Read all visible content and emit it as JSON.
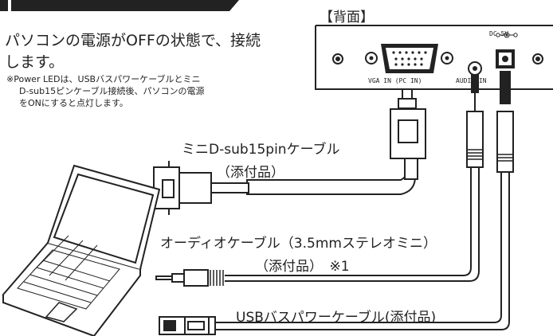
{
  "instruction": {
    "line1": "パソコンの電源がOFFの状態で、接続",
    "line2": "します。"
  },
  "note": {
    "line1": "※Power LEDは、USBバスパワーケーブルとミニ",
    "line2": "D-sub15ピンケーブル接続後、パソコンの電源",
    "line3": "をONにすると点灯します。"
  },
  "back_panel": {
    "title": "【背面】",
    "vga_port": "VGA IN (PC IN)",
    "audio_port": "AUDIO IN",
    "dc_port": "DC 5V"
  },
  "cables": {
    "vga_label": "ミニD-sub15pinケーブル",
    "vga_sub": "（添付品）",
    "audio_label": "オーディオケーブル（3.5mmステレオミニ）",
    "audio_sub": "（添付品）　※1",
    "usb_label": "USBバスパワーケーブル(添付品)"
  },
  "colors": {
    "line": "#222222",
    "panel_fill": "#ffffff"
  }
}
